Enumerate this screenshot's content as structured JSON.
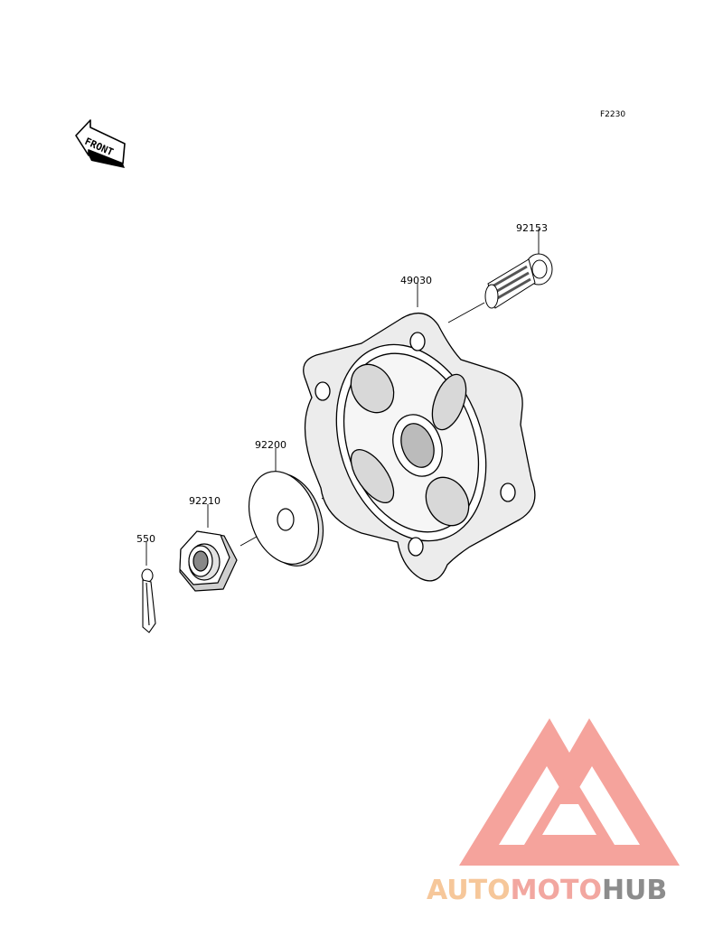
{
  "figure_code": "F2230",
  "front_marker": {
    "label": "FRONT"
  },
  "parts": [
    {
      "number": "92153"
    },
    {
      "number": "49030"
    },
    {
      "number": "92200"
    },
    {
      "number": "92210"
    },
    {
      "number": "550"
    }
  ],
  "watermark": {
    "part1": "AUTO",
    "part2": "MOTO",
    "part3": "HUB",
    "color_part1": "#f6c79a",
    "color_part2": "#f2a7a0",
    "color_part3": "#8c8c8c",
    "logo_color": "#f5a39c"
  }
}
